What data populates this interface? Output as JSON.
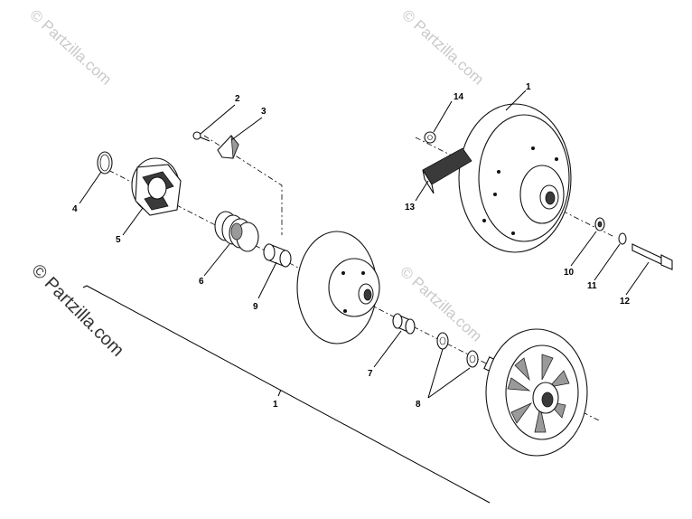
{
  "watermarks": {
    "top_left": "© Partzilla.com",
    "top_right": "© Partzilla.com",
    "left_side": "© Partzilla.com",
    "center": "© Partzilla.com"
  },
  "callouts": {
    "c1_top": "1",
    "c2": "2",
    "c3": "3",
    "c4": "4",
    "c5": "5",
    "c6": "6",
    "c7": "7",
    "c8": "8",
    "c9": "9",
    "c10": "10",
    "c11": "11",
    "c12": "12",
    "c13": "13",
    "c14": "14",
    "c1_bracket": "1"
  },
  "colors": {
    "ink": "#000000",
    "watermark": "#c9c9c9",
    "background": "#ffffff"
  }
}
